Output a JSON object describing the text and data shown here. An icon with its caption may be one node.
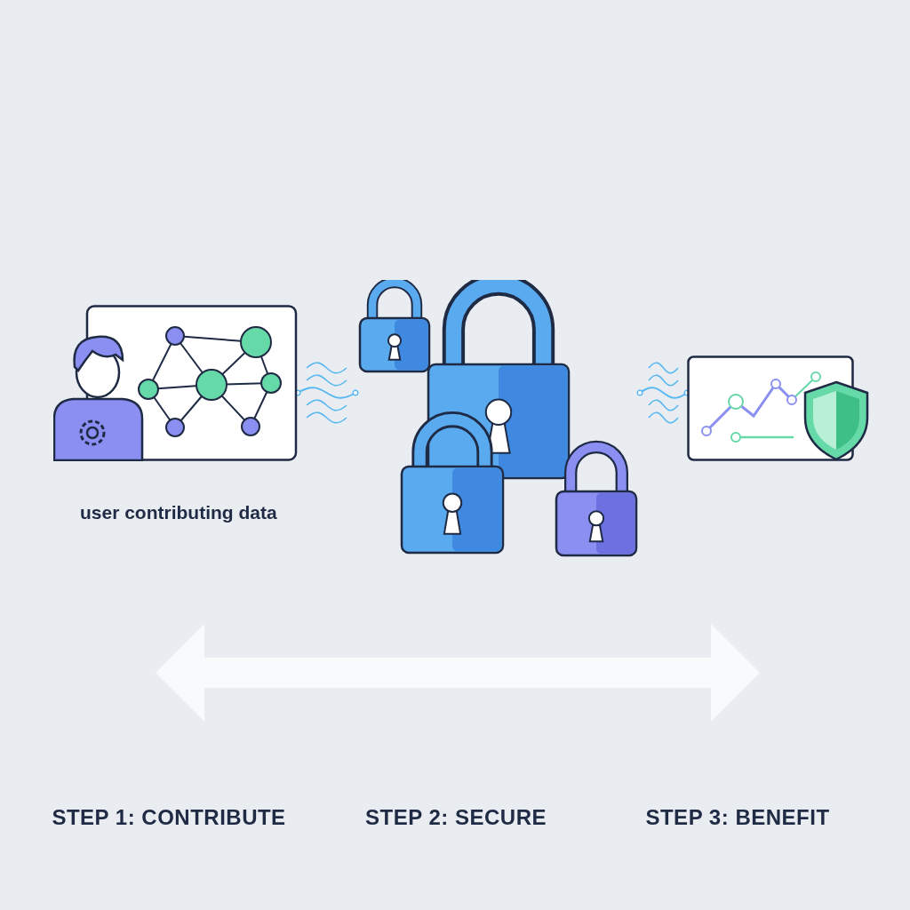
{
  "diagram": {
    "nodes": [
      {
        "text": [],
        "shape": "picture",
        "beside": [
          "user contributing data"
        ]
      },
      {
        "text": [],
        "shape": "picture"
      },
      {
        "text": [],
        "shape": "picture"
      }
    ],
    "edges": [
      {
        "from": 0,
        "to": 1,
        "arrow": "other"
      },
      {
        "from": 1,
        "to": 2,
        "arrow": "other"
      }
    ],
    "labels": [
      "STEP 1: CONTRIBUTE",
      "STEP 2: SECURE",
      "STEP 3: BENEFIT"
    ]
  }
}
